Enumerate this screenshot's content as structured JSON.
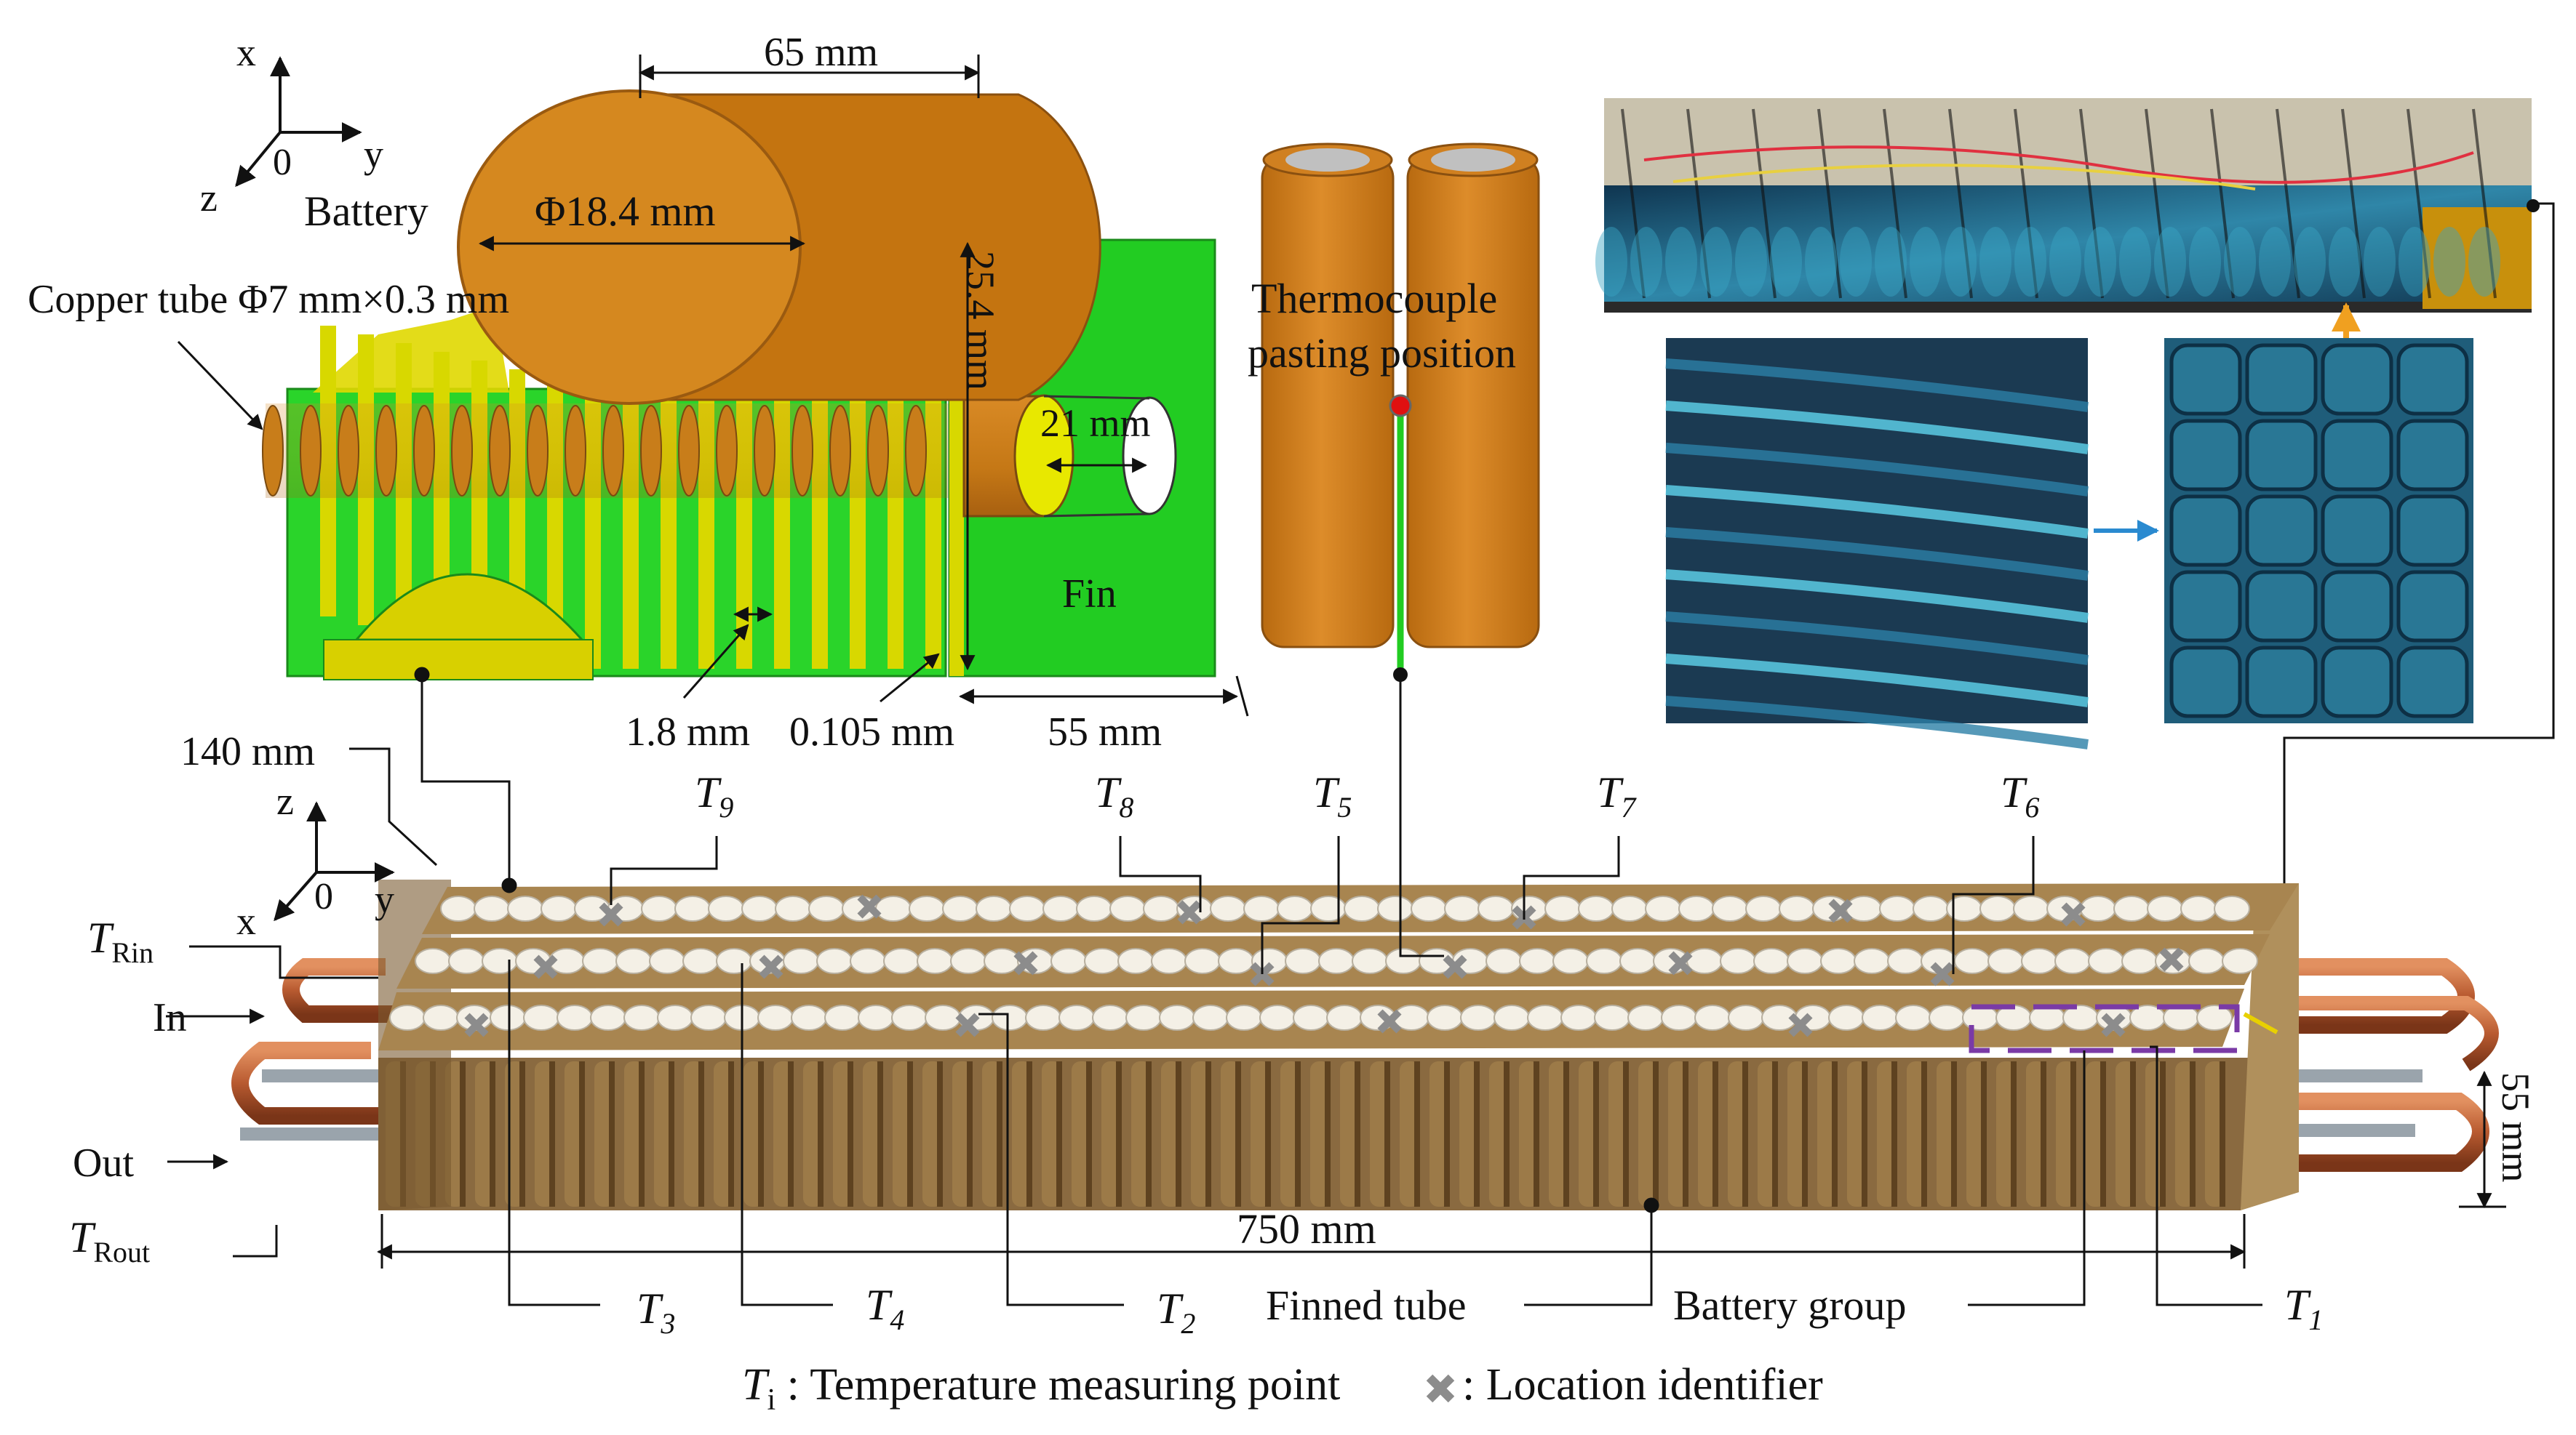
{
  "axes_top": {
    "x": "x",
    "y": "y",
    "z": "z",
    "origin": "0"
  },
  "axes_bottom": {
    "x": "x",
    "y": "y",
    "z": "z",
    "origin": "0"
  },
  "detail": {
    "battery": "Battery",
    "copper_tube": "Copper tube Φ7 mm×0.3 mm",
    "len_65": "65 mm",
    "dia_184": "Φ18.4 mm",
    "h_254": "25.4 mm",
    "len_21": "21 mm",
    "fin": "Fin",
    "pitch_18": "1.8 mm",
    "thick_0105": "0.105 mm",
    "len_55": "55 mm"
  },
  "thermocouple": {
    "line1": "Thermocouple",
    "line2": "pasting position"
  },
  "module": {
    "width_140": "140 mm",
    "length_750": "750 mm",
    "height_55": "55 mm",
    "in": "In",
    "out": "Out",
    "t_rin": {
      "main": "T",
      "sub": "Rin"
    },
    "t_rout": {
      "main": "T",
      "sub": "Rout"
    },
    "finned_tube": "Finned tube",
    "battery_group": "Battery group"
  },
  "points": [
    {
      "main": "T",
      "sub": "9"
    },
    {
      "main": "T",
      "sub": "8"
    },
    {
      "main": "T",
      "sub": "5"
    },
    {
      "main": "T",
      "sub": "7"
    },
    {
      "main": "T",
      "sub": "6"
    },
    {
      "main": "T",
      "sub": "3"
    },
    {
      "main": "T",
      "sub": "4"
    },
    {
      "main": "T",
      "sub": "2"
    },
    {
      "main": "T",
      "sub": "1"
    }
  ],
  "legend": {
    "ti_main": "T",
    "ti_sub": "i",
    "ti_text": " : Temperature measuring point",
    "x_text": ": Location identifier"
  },
  "colors": {
    "copper": "#c87d1a",
    "fin_green": "#22cc22",
    "fin_yellow": "#d8d800",
    "cell_top": "#f4f0e6",
    "module_side": "#8a6a40",
    "marker": "#8c8c8c",
    "photo_blue": "#1f5d7a",
    "highlight": "#7a3aa6"
  }
}
